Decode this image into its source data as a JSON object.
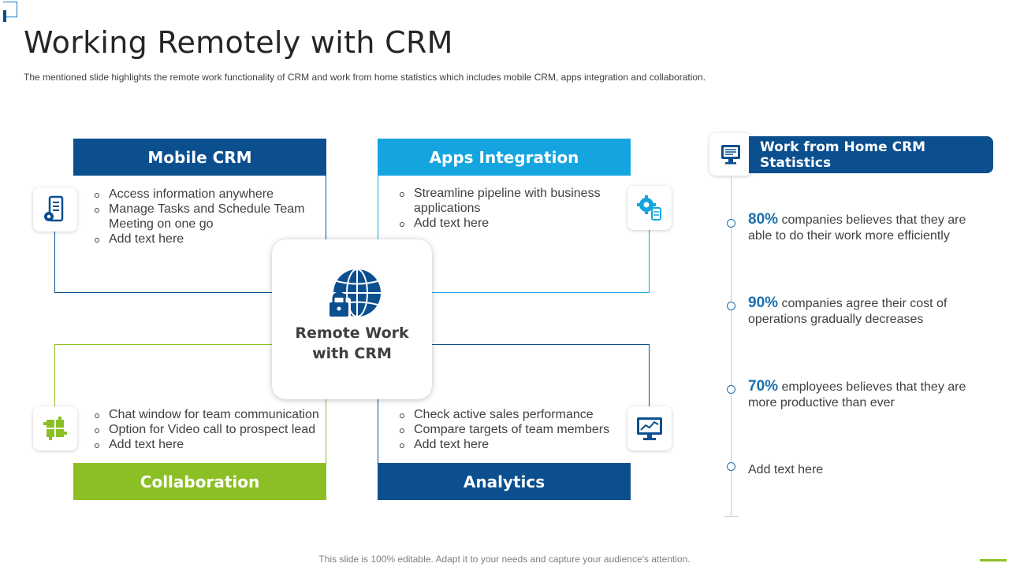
{
  "title": "Working Remotely with CRM",
  "subtitle": "The mentioned slide highlights the remote work functionality of CRM and work from home statistics which includes mobile CRM, apps integration and collaboration.",
  "colors": {
    "dark_blue": "#0b4f8f",
    "light_blue": "#14a5e0",
    "green": "#8cbf26",
    "text": "#404040"
  },
  "center": {
    "label": "Remote Work\nwith CRM",
    "icon": "globe-lock-icon"
  },
  "quadrants": [
    {
      "title": "Mobile CRM",
      "icon": "mobile-settings-icon",
      "bullets": [
        "Access information anywhere",
        "Manage Tasks and Schedule Team Meeting on one go",
        "Add text here"
      ]
    },
    {
      "title": "Apps Integration",
      "icon": "gear-database-icon",
      "bullets": [
        "Streamline pipeline with business applications",
        "Add text here"
      ]
    },
    {
      "title": "Collaboration",
      "icon": "puzzle-hands-icon",
      "bullets": [
        "Chat window for team communication",
        "Option for Video call to prospect lead",
        "Add text here"
      ]
    },
    {
      "title": "Analytics",
      "icon": "monitor-chart-icon",
      "bullets": [
        "Check active sales performance",
        "Compare targets of team members",
        "Add text here"
      ]
    }
  ],
  "stats": {
    "title": "Work from Home CRM Statistics",
    "icon": "computer-screen-icon",
    "items": [
      {
        "pct": "80%",
        "text": " companies believes that they are able to do their work more efficiently"
      },
      {
        "pct": "90%",
        "text": " companies agree their cost of operations gradually decreases"
      },
      {
        "pct": "70%",
        "text": " employees believes that they are more productive than ever"
      },
      {
        "pct": "",
        "text": "Add text here"
      }
    ]
  },
  "footer": "This slide is 100% editable. Adapt it to your needs and capture your audience's attention."
}
